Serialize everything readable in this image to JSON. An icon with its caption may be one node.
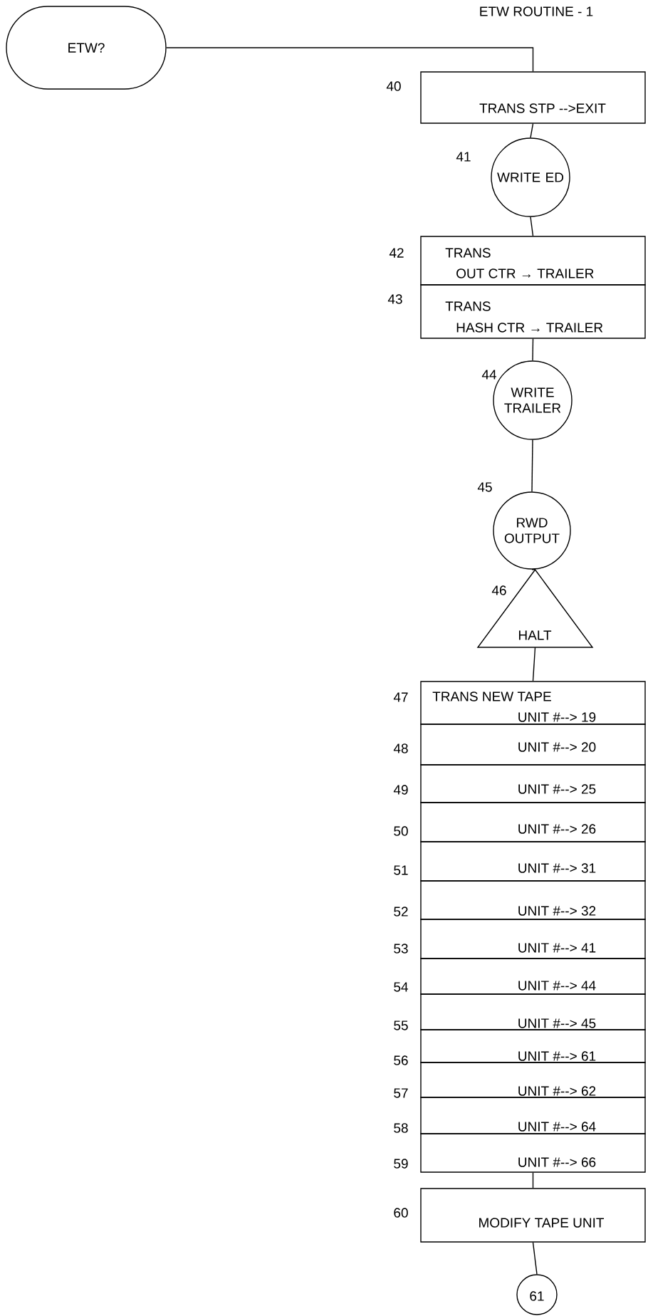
{
  "diagram": {
    "title": "ETW ROUTINE - 1",
    "nodes": [
      {
        "text": [
          "ETW?"
        ]
      },
      {
        "text": [
          "TRANS STP -->EXIT"
        ],
        "beside": [
          "40"
        ]
      },
      {
        "text": [
          "WRITE ED"
        ],
        "beside": [
          "41"
        ]
      },
      {
        "text": [
          "TRANS",
          "OUT CTR → TRAILER"
        ],
        "beside": [
          "42"
        ]
      },
      {
        "text": [
          "TRANS",
          "HASH CTR → TRAILER"
        ],
        "beside": [
          "43"
        ]
      },
      {
        "text": [
          "WRITE TRAILER"
        ],
        "beside": [
          "44"
        ]
      },
      {
        "text": [
          "RWD OUTPUT"
        ],
        "beside": [
          "45"
        ]
      },
      {
        "text": [
          "HALT"
        ],
        "beside": [
          "46"
        ]
      },
      {
        "text": [
          "TRANS NEW TAPE",
          "UNIT #--> 19"
        ],
        "beside": [
          "47"
        ]
      },
      {
        "text": [
          "UNIT #--> 20"
        ],
        "beside": [
          "48"
        ]
      },
      {
        "text": [
          "UNIT #--> 25"
        ],
        "beside": [
          "49"
        ]
      },
      {
        "text": [
          "UNIT #--> 26"
        ],
        "beside": [
          "50"
        ]
      },
      {
        "text": [
          "UNIT #--> 31"
        ],
        "beside": [
          "51"
        ]
      },
      {
        "text": [
          "UNIT #--> 32"
        ],
        "beside": [
          "52"
        ]
      },
      {
        "text": [
          "UNIT #--> 41"
        ],
        "beside": [
          "53"
        ]
      },
      {
        "text": [
          "UNIT #--> 44"
        ],
        "beside": [
          "54"
        ]
      },
      {
        "text": [
          "UNIT #--> 45"
        ],
        "beside": [
          "55"
        ]
      },
      {
        "text": [
          "UNIT #--> 61"
        ],
        "beside": [
          "56"
        ]
      },
      {
        "text": [
          "UNIT #--> 62"
        ],
        "beside": [
          "57"
        ]
      },
      {
        "text": [
          "UNIT #--> 64"
        ],
        "beside": [
          "58"
        ]
      },
      {
        "text": [
          "UNIT #--> 66"
        ],
        "beside": [
          "59"
        ]
      },
      {
        "text": [
          "MODIFY TAPE UNIT"
        ],
        "beside": [
          "60"
        ]
      },
      {
        "text": [
          "61"
        ]
      }
    ],
    "edges": [
      {
        "from": 0,
        "to": 1,
        "arrow": "none"
      },
      {
        "from": 1,
        "to": 2,
        "arrow": "none"
      },
      {
        "from": 2,
        "to": 3,
        "arrow": "none"
      },
      {
        "from": 4,
        "to": 5,
        "arrow": "none"
      },
      {
        "from": 5,
        "to": 6,
        "arrow": "none"
      },
      {
        "from": 6,
        "to": 7,
        "arrow": "none"
      },
      {
        "from": 7,
        "to": 8,
        "arrow": "none"
      },
      {
        "from": 20,
        "to": 21,
        "arrow": "none"
      },
      {
        "from": 21,
        "to": 22,
        "arrow": "none"
      }
    ]
  }
}
